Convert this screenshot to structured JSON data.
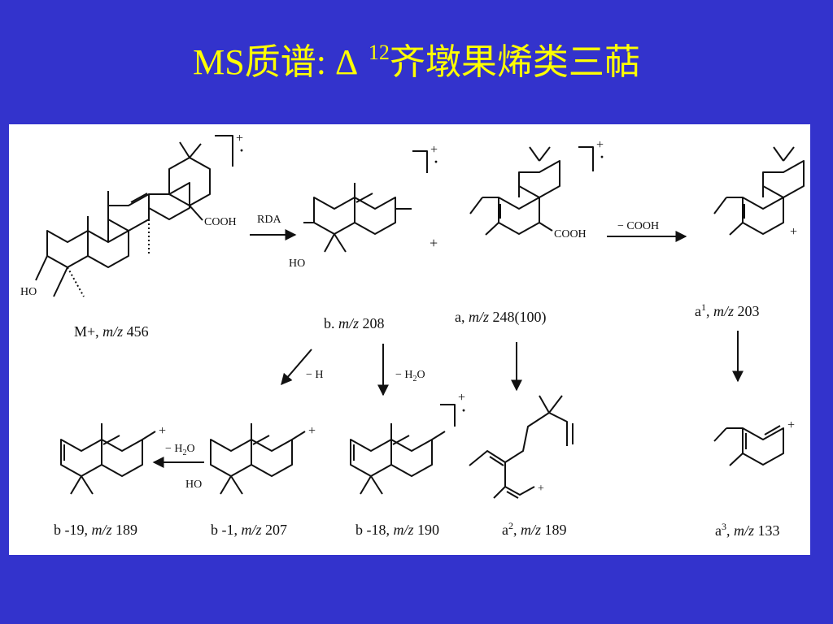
{
  "title": {
    "main": "MS质谱: Δ ",
    "sup": "12",
    "tail": "齐墩果烯类三萜"
  },
  "charge": {
    "plus": "+",
    "radical_plus": "+",
    "dot": "·"
  },
  "groups": {
    "cooh": "COOH",
    "ho": "HO",
    "h2o_tag": "H",
    "h2o_sub": "2",
    "h2o_o": "O"
  },
  "reactions": {
    "rda": "RDA",
    "minus_cooh": "− COOH",
    "minus_h": "− H",
    "minus_h2o_prefix": "− H",
    "minus_h2o_sub": "2",
    "minus_h2o_suffix": "O"
  },
  "compounds": {
    "M": {
      "name": "M+, ",
      "mz_label": "m/z",
      "mz": " 456"
    },
    "b": {
      "name": "b. ",
      "mz_label": "m/z",
      "mz": " 208"
    },
    "a": {
      "name": "a, ",
      "mz_label": "m/z",
      "mz": " 248(100)"
    },
    "a1": {
      "name": "a",
      "sup": "1",
      "sep": ", ",
      "mz_label": "m/z",
      "mz": " 203"
    },
    "b19": {
      "name": "b -19, ",
      "mz_label": "m/z",
      "mz": " 189"
    },
    "b1": {
      "name": "b -1, ",
      "mz_label": "m/z",
      "mz": " 207"
    },
    "b18": {
      "name": "b -18, ",
      "mz_label": "m/z",
      "mz": " 190"
    },
    "a2": {
      "name": "a",
      "sup": "2",
      "sep": ", ",
      "mz_label": "m/z",
      "mz": " 189"
    },
    "a3": {
      "name": "a",
      "sup": "3",
      "sep": ", ",
      "mz_label": "m/z",
      "mz": " 133"
    }
  },
  "colors": {
    "background": "#3333cc",
    "title": "#ffff00",
    "panel": "#ffffff",
    "ink": "#111111"
  }
}
